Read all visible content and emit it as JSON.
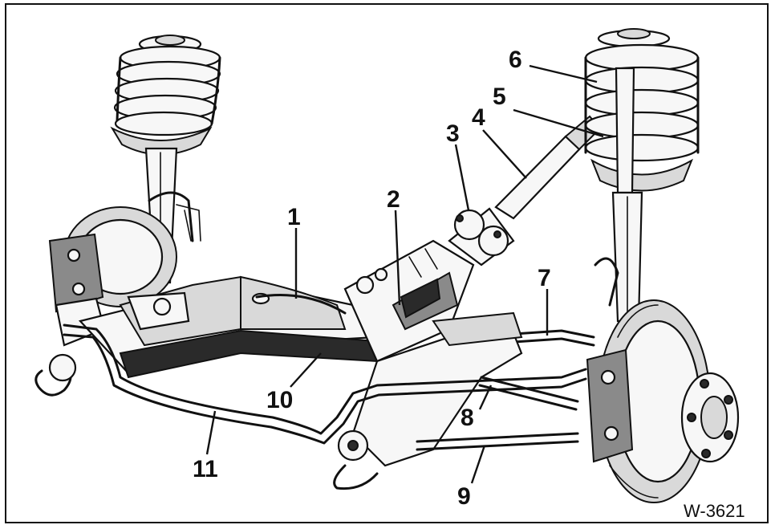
{
  "figure": {
    "code": "W-3621",
    "callouts": [
      {
        "label": "1"
      },
      {
        "label": "2"
      },
      {
        "label": "3"
      },
      {
        "label": "4"
      },
      {
        "label": "5"
      },
      {
        "label": "6"
      },
      {
        "label": "7"
      },
      {
        "label": "8"
      },
      {
        "label": "9"
      },
      {
        "label": "10"
      },
      {
        "label": "11"
      }
    ]
  }
}
